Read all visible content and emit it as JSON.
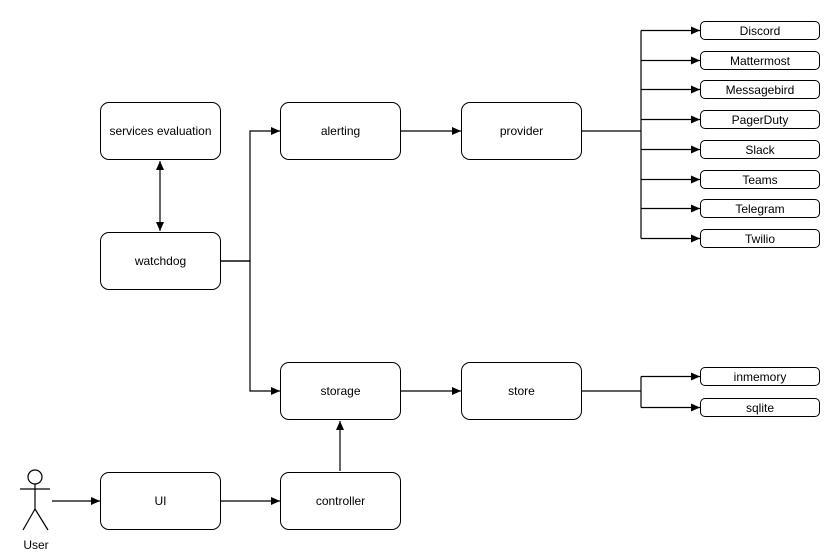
{
  "diagram": {
    "colors": {
      "background": "#ffffff",
      "stroke": "#000000",
      "node_fill": "#ffffff",
      "text": "#000000"
    },
    "nodes": {
      "services_evaluation": "services evaluation",
      "watchdog": "watchdog",
      "alerting": "alerting",
      "provider": "provider",
      "storage": "storage",
      "store": "store",
      "ui": "UI",
      "controller": "controller"
    },
    "provider_channels": [
      "Discord",
      "Mattermost",
      "Messagebird",
      "PagerDuty",
      "Slack",
      "Teams",
      "Telegram",
      "Twilio"
    ],
    "store_backends": [
      "inmemory",
      "sqlite"
    ],
    "actor_label": "User"
  }
}
